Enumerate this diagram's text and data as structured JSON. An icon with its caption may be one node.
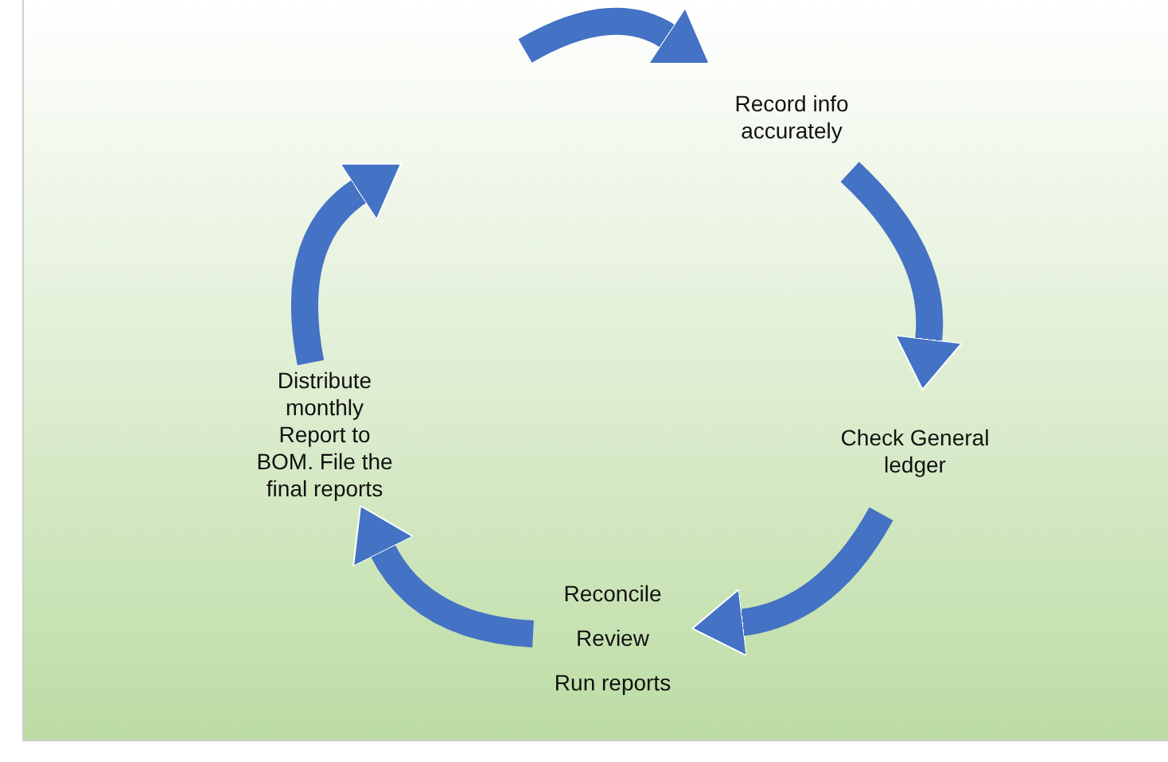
{
  "diagram": {
    "nodes": [
      {
        "text": [
          "Record info accurately"
        ]
      },
      {
        "text": [
          "Check General ledger"
        ]
      },
      {
        "text": [
          "Reconcile",
          "Review",
          "Run reports"
        ]
      },
      {
        "text": [
          "Distribute monthly Report to BOM. File the final reports"
        ]
      }
    ],
    "edges": [
      {
        "from": null,
        "to": 0,
        "arrow": "to"
      },
      {
        "from": 0,
        "to": 1,
        "arrow": "to"
      },
      {
        "from": 1,
        "to": 2,
        "arrow": "to"
      },
      {
        "from": 2,
        "to": 3,
        "arrow": "to"
      },
      {
        "from": 3,
        "to": null,
        "arrow": "to"
      }
    ]
  }
}
